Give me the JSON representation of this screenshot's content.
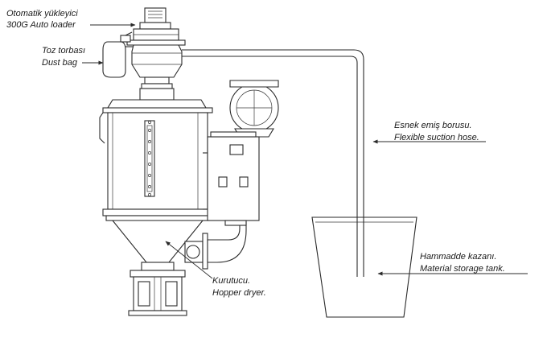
{
  "labels": {
    "auto_loader": {
      "tr": "Otomatik yükleyici",
      "en": "300G Auto loader"
    },
    "dust_bag": {
      "tr": "Toz torbası",
      "en": "Dust bag"
    },
    "suction_hose": {
      "tr": "Esnek emiş borusu.",
      "en": "Flexible suction hose."
    },
    "storage_tank": {
      "tr": "Hammadde kazanı.",
      "en": "Material storage tank."
    },
    "hopper_dryer": {
      "tr": "Kurutucu.",
      "en": "Hopper dryer."
    }
  },
  "colors": {
    "line": "#2a2a2a",
    "text": "#1a1a1a",
    "background": "#ffffff"
  }
}
